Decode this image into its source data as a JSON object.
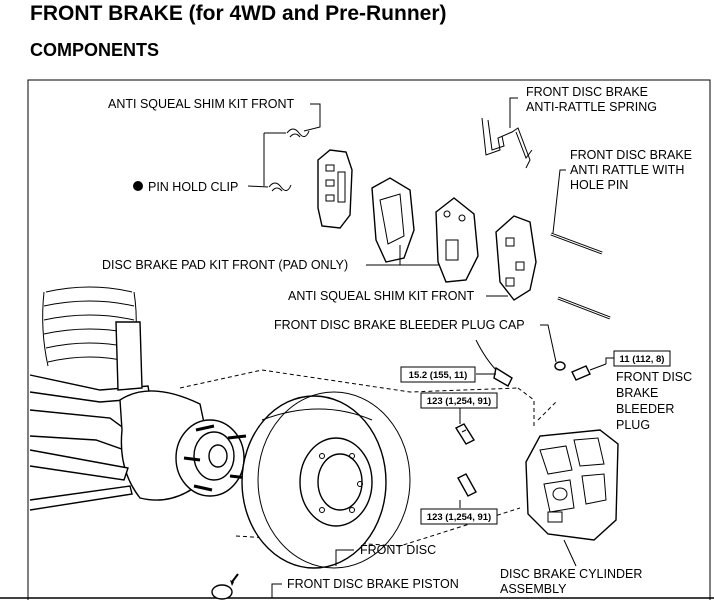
{
  "header": {
    "title": "FRONT BRAKE (for 4WD and Pre-Runner)",
    "subtitle": "COMPONENTS"
  },
  "labels": {
    "anti_squeal_shim_kit_front_top": "ANTI SQUEAL SHIM KIT FRONT",
    "anti_rattle_spring_1": "FRONT DISC BRAKE",
    "anti_rattle_spring_2": "ANTI-RATTLE SPRING",
    "anti_rattle_pin_1": "FRONT DISC BRAKE",
    "anti_rattle_pin_2": "ANTI RATTLE WITH",
    "anti_rattle_pin_3": "HOLE PIN",
    "pin_hold_clip": "PIN HOLD CLIP",
    "disc_brake_pad_kit": "DISC BRAKE PAD KIT FRONT (PAD ONLY)",
    "anti_squeal_shim_kit_front_bottom": "ANTI SQUEAL SHIM KIT FRONT",
    "bleeder_plug_cap": "FRONT DISC BRAKE BLEEDER PLUG CAP",
    "bleeder_plug_1": "FRONT DISC",
    "bleeder_plug_2": "BRAKE",
    "bleeder_plug_3": "BLEEDER",
    "bleeder_plug_4": "PLUG",
    "front_disc": "FRONT DISC",
    "cylinder_assembly_1": "DISC BRAKE CYLINDER",
    "cylinder_assembly_2": "ASSEMBLY",
    "piston": "FRONT DISC BRAKE PISTON"
  },
  "torque_specs": {
    "flexible_hose": "15.2 (155, 11)",
    "bolt_upper": "123 (1,254, 91)",
    "bolt_lower": "123 (1,254, 91)",
    "bleeder_plug": "11 (112, 8)"
  },
  "symbols": {
    "non_reusable_part": "●"
  }
}
